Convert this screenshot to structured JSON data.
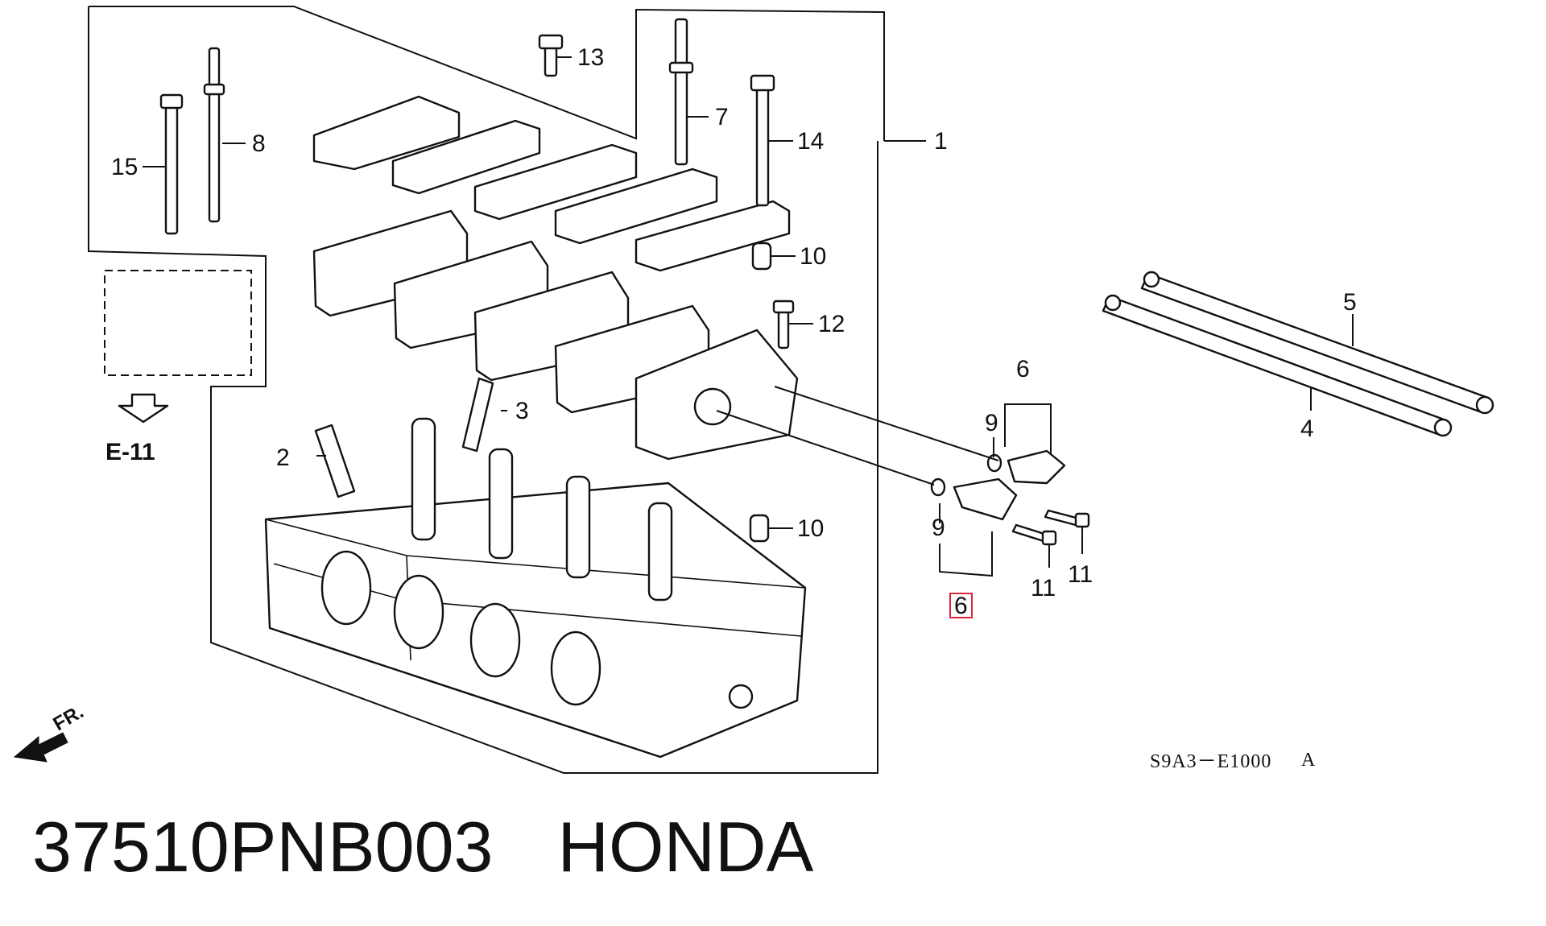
{
  "diagram": {
    "callouts": {
      "c1": "1",
      "c2": "2",
      "c3": "3",
      "c4": "4",
      "c5": "5",
      "c6_top": "6",
      "c6_highlight": "6",
      "c7": "7",
      "c8": "8",
      "c9_top": "9",
      "c9_bottom": "9",
      "c10_top": "10",
      "c10_bottom": "10",
      "c11_left": "11",
      "c11_right": "11",
      "c12": "12",
      "c13": "13",
      "c14": "14",
      "c15": "15"
    },
    "view_reference": "E-11",
    "front_indicator": "FR.",
    "figure_code": "S9A3－E1000",
    "figure_revision": "A",
    "highlight_color": "#e0243a"
  },
  "caption": {
    "part_number": "37510PNB003",
    "brand": "HONDA"
  }
}
